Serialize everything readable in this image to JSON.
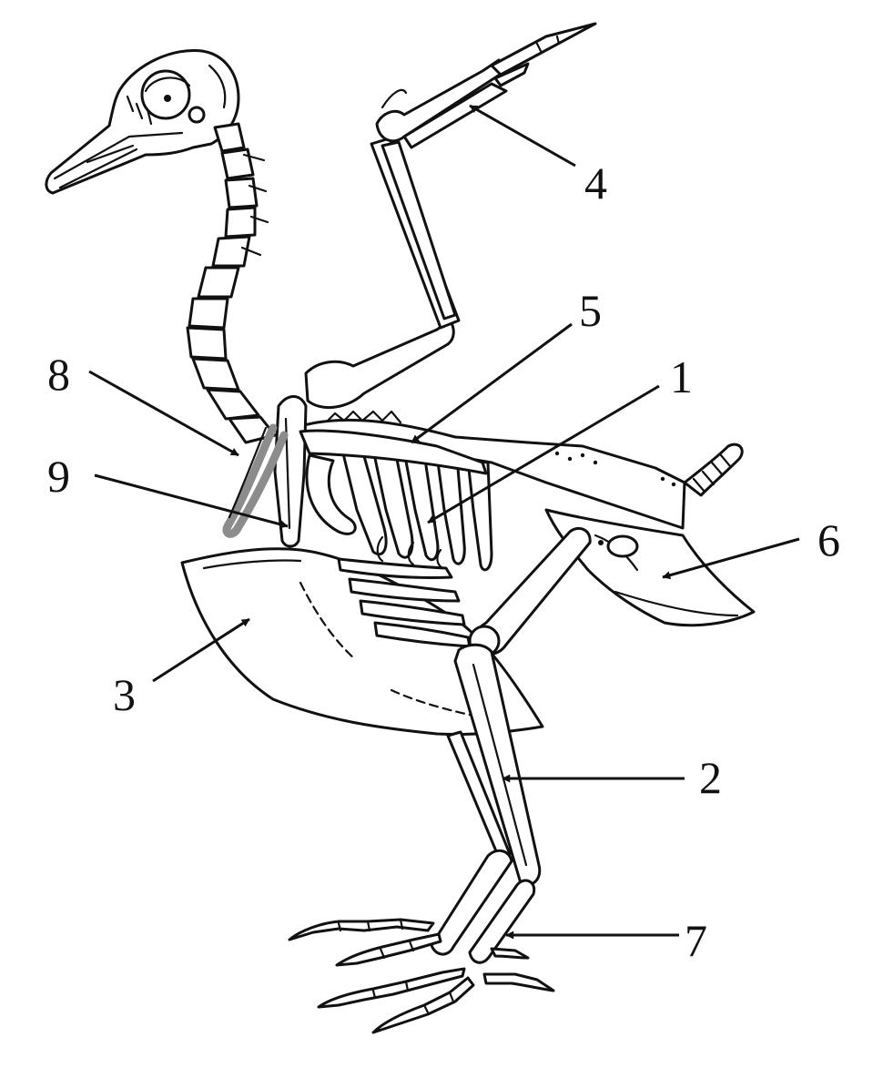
{
  "diagram": {
    "labels": [
      {
        "id": "1",
        "text": "1"
      },
      {
        "id": "2",
        "text": "2"
      },
      {
        "id": "3",
        "text": "3"
      },
      {
        "id": "4",
        "text": "4"
      },
      {
        "id": "5",
        "text": "5"
      },
      {
        "id": "6",
        "text": "6"
      },
      {
        "id": "7",
        "text": "7"
      },
      {
        "id": "8",
        "text": "8"
      },
      {
        "id": "9",
        "text": "9"
      }
    ],
    "colors": {
      "ink": "#111111",
      "highlight": "#8c8c8c",
      "background": "#ffffff"
    }
  }
}
